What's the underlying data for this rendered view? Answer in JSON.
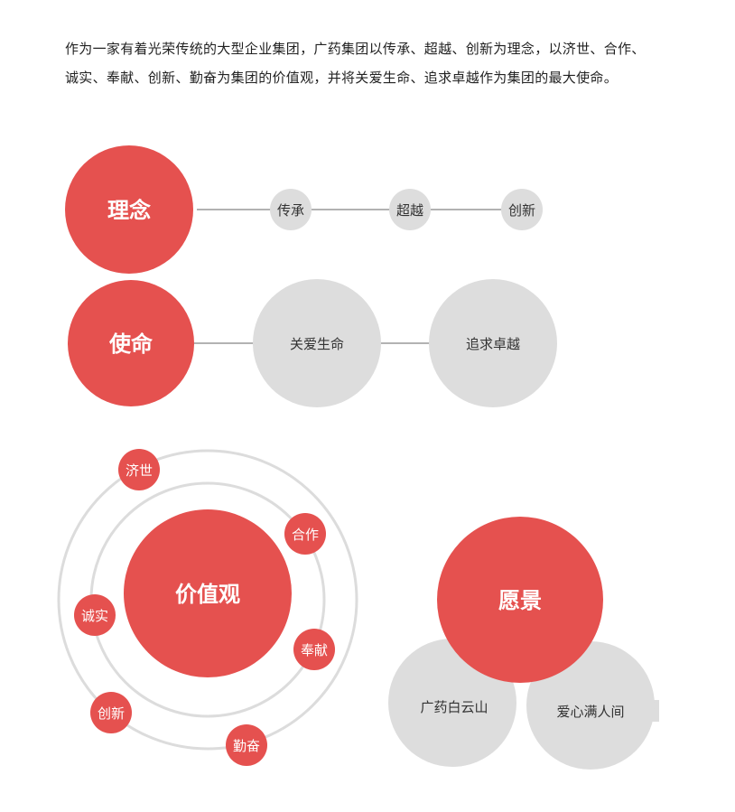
{
  "intro": {
    "line1": "作为一家有着光荣传统的大型企业集团，广药集团以传承、超越、创新为理念，以济世、合作、",
    "line2": "诚实、奉献、创新、勤奋为集团的价值观，并将关爱生命、追求卓越作为集团的最大使命。"
  },
  "concept": {
    "title": "理念",
    "items": [
      "传承",
      "超越",
      "创新"
    ]
  },
  "mission": {
    "title": "使命",
    "items": [
      "关爱生命",
      "追求卓越"
    ]
  },
  "values": {
    "title": "价值观",
    "items": [
      "济世",
      "合作",
      "奉献",
      "勤奋",
      "创新",
      "诚实"
    ]
  },
  "vision": {
    "title": "愿景",
    "items": [
      "广药白云山",
      "爱心满人间"
    ]
  },
  "colors": {
    "primary": "#e5514f",
    "secondary": "#dddddd"
  }
}
